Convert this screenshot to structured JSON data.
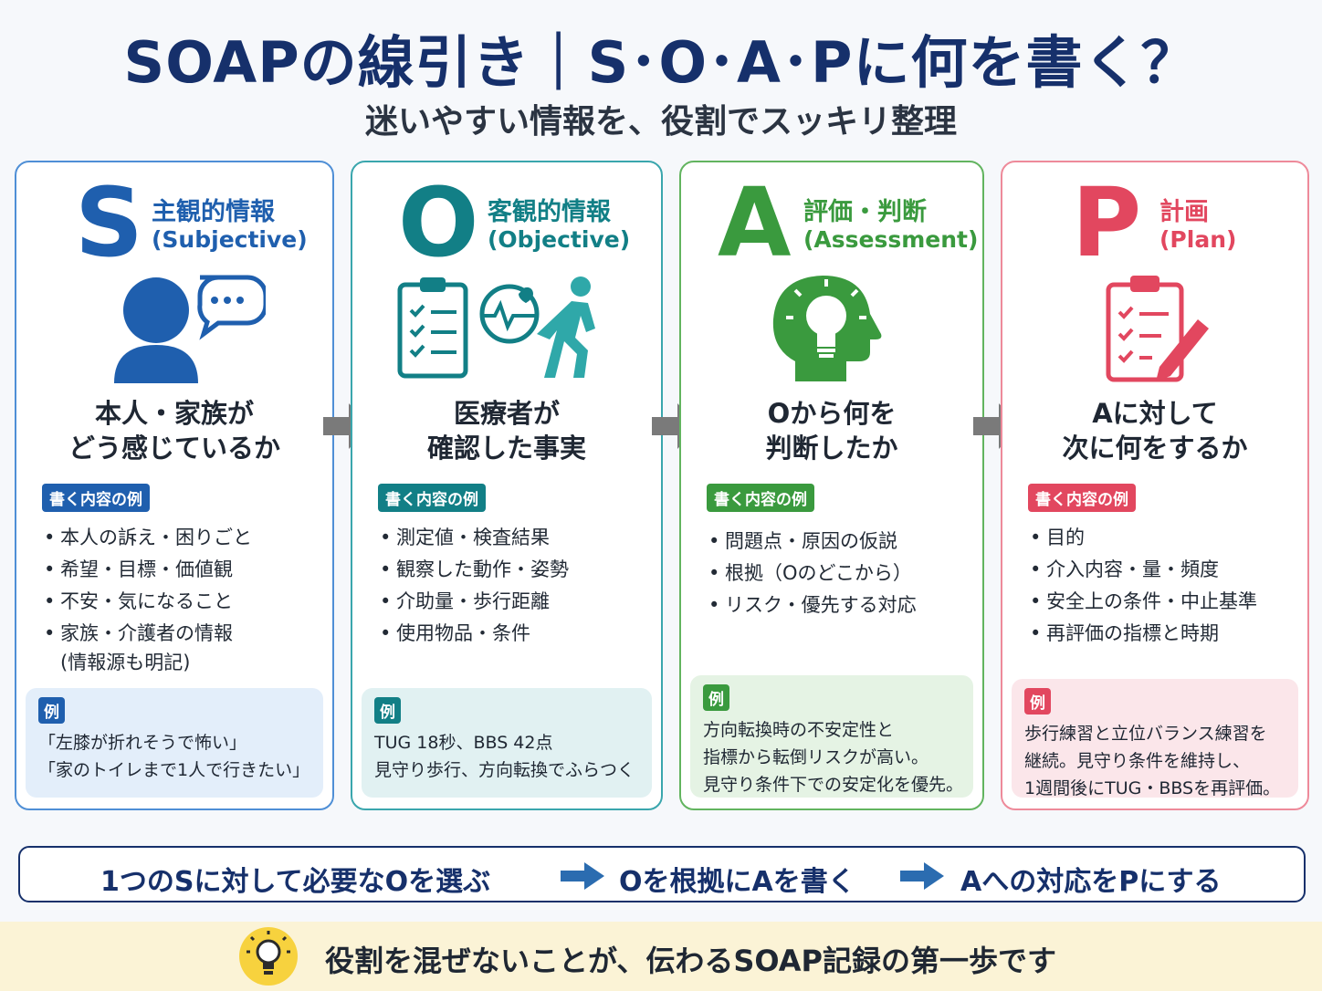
{
  "title": "SOAPの線引き｜S･O･A･Pに何を書く？",
  "subtitle": "迷いやすい情報を、役割でスッキリ整理",
  "cards": [
    {
      "letter": "S",
      "jp": "主観的情報",
      "en": "(Subjective)",
      "icon": "person-speech-bubble-icon",
      "main": [
        "本人・家族が",
        "どう感じているか"
      ],
      "label": "書く内容の例",
      "bullets": [
        "本人の訴え・困りごと",
        "希望・目標・価値観",
        "不安・気になること",
        "家族・介護者の情報"
      ],
      "bullet_cont": "(情報源も明記)",
      "ex_tag": "例",
      "example": [
        "「左膝が折れそうで怖い」",
        "「家のトイレまで1人で行きたい」"
      ]
    },
    {
      "letter": "O",
      "jp": "客観的情報",
      "en": "(Objective)",
      "icon": "clipboard-vitals-walking-icon",
      "main": [
        "医療者が",
        "確認した事実"
      ],
      "label": "書く内容の例",
      "bullets": [
        "測定値・検査結果",
        "観察した動作・姿勢",
        "介助量・歩行距離",
        "使用物品・条件"
      ],
      "ex_tag": "例",
      "example": [
        "TUG 18秒、BBS 42点",
        "見守り歩行、方向転換でふらつく"
      ]
    },
    {
      "letter": "A",
      "jp": "評価・判断",
      "en": "(Assessment)",
      "icon": "head-lightbulb-icon",
      "main": [
        "Oから何を",
        "判断したか"
      ],
      "label": "書く内容の例",
      "bullets": [
        "問題点・原因の仮説",
        "根拠（Oのどこから）",
        "リスク・優先する対応"
      ],
      "ex_tag": "例",
      "example": [
        "方向転換時の不安定性と",
        "指標から転倒リスクが高い。",
        "見守り条件下での安定化を優先。"
      ]
    },
    {
      "letter": "P",
      "jp": "計画",
      "en": "(Plan)",
      "icon": "clipboard-pencil-icon",
      "main": [
        "Aに対して",
        "次に何をするか"
      ],
      "label": "書く内容の例",
      "bullets": [
        "目的",
        "介入内容・量・頻度",
        "安全上の条件・中止基準",
        "再評価の指標と時期"
      ],
      "ex_tag": "例",
      "example": [
        "歩行練習と立位バランス練習を",
        "継続。見守り条件を維持し、",
        "1週間後にTUG・BBSを再評価。"
      ]
    }
  ],
  "flow": [
    "1つのSに対して必要なOを選ぶ",
    "Oを根拠にAを書く",
    "Aへの対応をPにする"
  ],
  "footer": "役割を混ぜないことが、伝わるSOAP記録の第一歩です",
  "colors": {
    "S": "#1f5fae",
    "O": "#127f86",
    "A": "#3a9a3e",
    "P": "#e2475f",
    "navy": "#16306b",
    "arrow_gray": "#7a7a7a"
  }
}
